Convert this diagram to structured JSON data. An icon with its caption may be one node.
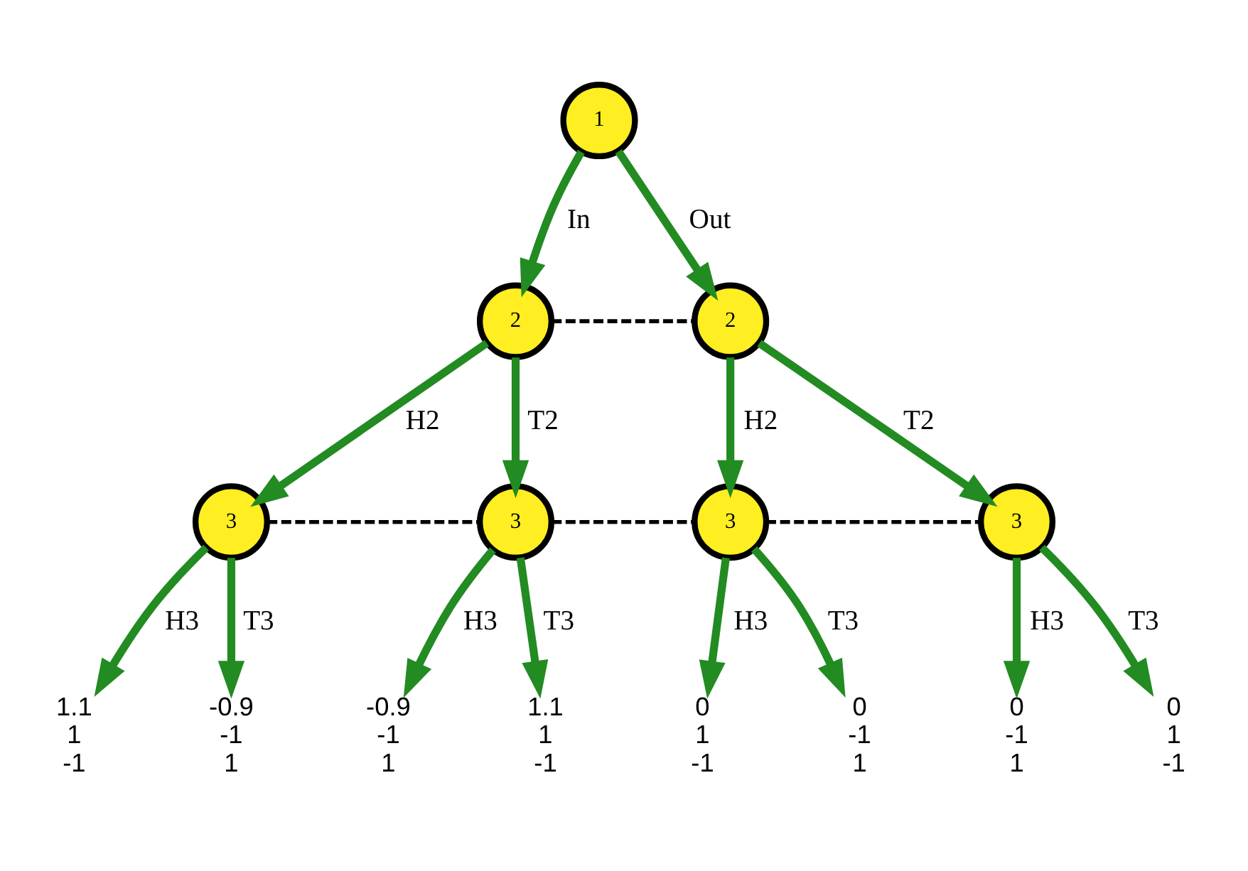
{
  "diagram": {
    "nodes": [
      {
        "text": [
          "1"
        ]
      },
      {
        "text": [
          "2"
        ]
      },
      {
        "text": [
          "2"
        ]
      },
      {
        "text": [
          "3"
        ]
      },
      {
        "text": [
          "3"
        ]
      },
      {
        "text": [
          "3"
        ]
      },
      {
        "text": [
          "3"
        ]
      },
      {
        "text": [
          "1.1",
          "1",
          "-1"
        ]
      },
      {
        "text": [
          "-0.9",
          "-1",
          "1"
        ]
      },
      {
        "text": [
          "-0.9",
          "-1",
          "1"
        ]
      },
      {
        "text": [
          "1.1",
          "1",
          "-1"
        ]
      },
      {
        "text": [
          "0",
          "1",
          "-1"
        ]
      },
      {
        "text": [
          "0",
          "-1",
          "1"
        ]
      },
      {
        "text": [
          "0",
          "-1",
          "1"
        ]
      },
      {
        "text": [
          "0",
          "1",
          "-1"
        ]
      }
    ],
    "edges": [
      {
        "from": 0,
        "to": 1,
        "arrow": "to",
        "label": "In"
      },
      {
        "from": 0,
        "to": 2,
        "arrow": "to",
        "label": "Out"
      },
      {
        "from": 1,
        "to": 2,
        "arrow": "none",
        "style": "dashed",
        "color": "#000000"
      },
      {
        "from": 1,
        "to": 3,
        "arrow": "to",
        "label": "H2"
      },
      {
        "from": 1,
        "to": 4,
        "arrow": "to",
        "label": "T2"
      },
      {
        "from": 2,
        "to": 5,
        "arrow": "to",
        "label": "H2"
      },
      {
        "from": 2,
        "to": 6,
        "arrow": "to",
        "label": "T2"
      },
      {
        "from": 3,
        "to": 4,
        "arrow": "none",
        "style": "dashed",
        "color": "#000000"
      },
      {
        "from": 4,
        "to": 5,
        "arrow": "none",
        "style": "dashed",
        "color": "#000000"
      },
      {
        "from": 5,
        "to": 6,
        "arrow": "none",
        "style": "dashed",
        "color": "#000000"
      },
      {
        "from": 3,
        "to": 7,
        "arrow": "to",
        "label": "H3"
      },
      {
        "from": 3,
        "to": 8,
        "arrow": "to",
        "label": "T3"
      },
      {
        "from": 4,
        "to": 9,
        "arrow": "to",
        "label": "H3"
      },
      {
        "from": 4,
        "to": 10,
        "arrow": "to",
        "label": "T3"
      },
      {
        "from": 5,
        "to": 11,
        "arrow": "to",
        "label": "H3"
      },
      {
        "from": 5,
        "to": 12,
        "arrow": "to",
        "label": "T3"
      },
      {
        "from": 6,
        "to": 13,
        "arrow": "to",
        "label": "H3"
      },
      {
        "from": 6,
        "to": 14,
        "arrow": "to",
        "label": "T3"
      }
    ]
  }
}
